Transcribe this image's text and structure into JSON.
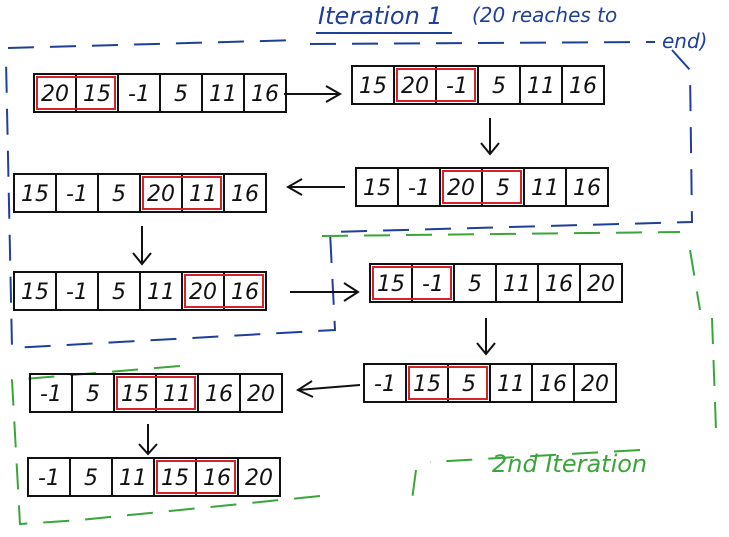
{
  "colors": {
    "ink": "#111111",
    "highlight": "#d4232b",
    "iteration1": "#1f3f9a",
    "iteration2": "#3aa63a"
  },
  "labels": {
    "iteration1_title": "Iteration 1",
    "iteration1_note_line1": "(20 reaches to",
    "iteration1_note_line2": "end)",
    "iteration2_title": "2nd Iteration"
  },
  "arrays": [
    {
      "id": "a1",
      "values": [
        "20",
        "15",
        "-1",
        "5",
        "11",
        "16"
      ],
      "highlight": [
        0,
        1
      ]
    },
    {
      "id": "a2",
      "values": [
        "15",
        "20",
        "-1",
        "5",
        "11",
        "16"
      ],
      "highlight": [
        1,
        2
      ]
    },
    {
      "id": "a3",
      "values": [
        "15",
        "-1",
        "20",
        "5",
        "11",
        "16"
      ],
      "highlight": [
        2,
        3
      ]
    },
    {
      "id": "a4",
      "values": [
        "15",
        "-1",
        "5",
        "20",
        "11",
        "16"
      ],
      "highlight": [
        3,
        4
      ]
    },
    {
      "id": "a5",
      "values": [
        "15",
        "-1",
        "5",
        "11",
        "20",
        "16"
      ],
      "highlight": [
        4,
        5
      ]
    },
    {
      "id": "a6",
      "values": [
        "15",
        "-1",
        "5",
        "11",
        "16",
        "20"
      ],
      "highlight": [
        0,
        1
      ]
    },
    {
      "id": "a7",
      "values": [
        "-1",
        "15",
        "5",
        "11",
        "16",
        "20"
      ],
      "highlight": [
        1,
        2
      ]
    },
    {
      "id": "a8",
      "values": [
        "-1",
        "5",
        "15",
        "11",
        "16",
        "20"
      ],
      "highlight": [
        2,
        3
      ]
    },
    {
      "id": "a9",
      "values": [
        "-1",
        "5",
        "11",
        "15",
        "16",
        "20"
      ],
      "highlight": [
        3,
        4
      ]
    }
  ]
}
